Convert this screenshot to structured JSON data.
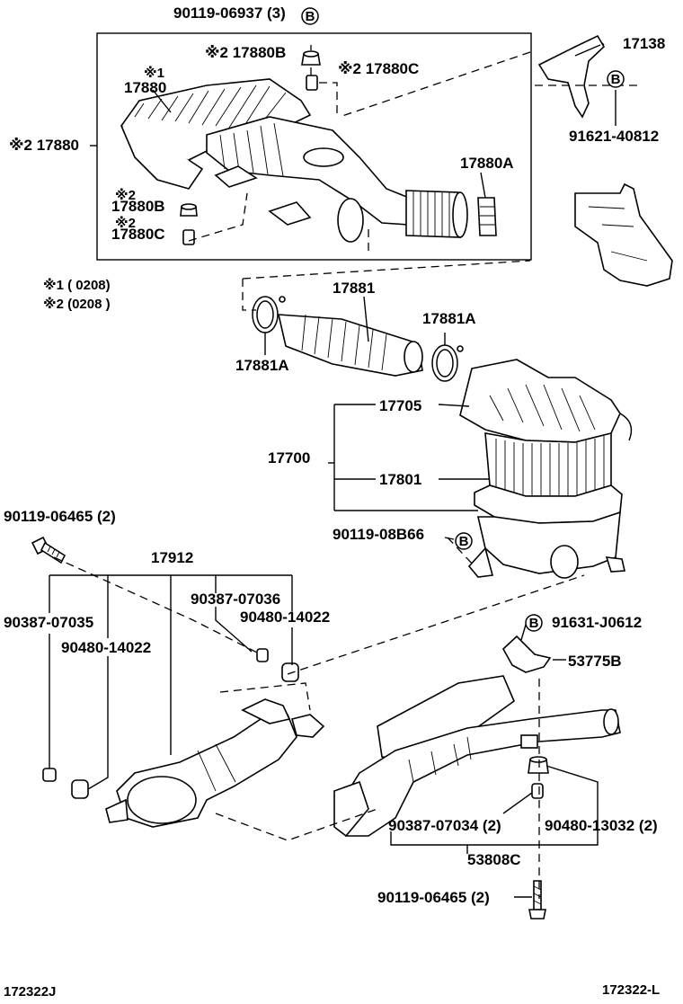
{
  "callouts": {
    "c1": "90119-06937 (3)",
    "c2": "※2 17880B",
    "c3": "※2 17880C",
    "c4": "17138",
    "c5": "91621-40812",
    "c6": "※1",
    "c7": "17880",
    "c8": "※2 17880",
    "c9": "17880A",
    "c10": "※2",
    "c11": "17880B",
    "c12": "※2",
    "c13": "17880C",
    "c14": "※1 (        0208)",
    "c15": "※2 (0208        )",
    "c16": "17881",
    "c17": "17881A",
    "c18": "17881A",
    "c19": "17705",
    "c20": "17700",
    "c21": "17801",
    "c22": "90119-08B66",
    "c23": "90119-06465 (2)",
    "c24": "17912",
    "c25": "90387-07036",
    "c26": "90480-14022",
    "c27": "90387-07035",
    "c28": "90480-14022",
    "c29": "91631-J0612",
    "c30": "53775B",
    "c31": "90387-07034 (2)",
    "c32": "90480-13032 (2)",
    "c33": "53808C",
    "c34": "90119-06465 (2)"
  },
  "markers": {
    "b": "B"
  },
  "footer": {
    "left": "172322J",
    "right": "172322-L"
  }
}
